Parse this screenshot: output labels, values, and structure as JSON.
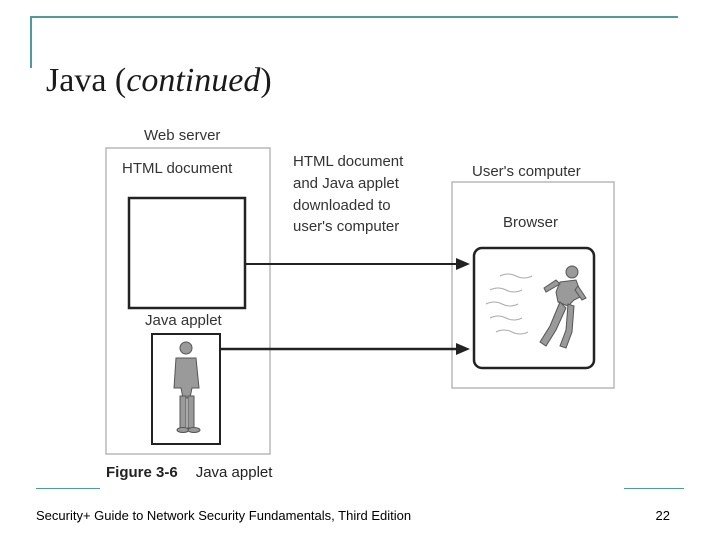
{
  "slide": {
    "title_main": "Java (",
    "title_italic": "continued",
    "title_close": ")",
    "footer": "Security+ Guide to Network Security Fundamentals, Third Edition",
    "page_number": "22"
  },
  "figure": {
    "web_server_label": "Web server",
    "html_document_label": "HTML document",
    "java_applet_label": "Java applet",
    "transfer_label_lines": [
      "HTML document",
      "and Java applet",
      "downloaded to",
      "user's computer"
    ],
    "users_computer_label": "User's computer",
    "browser_label": "Browser",
    "caption_number": "Figure 3-6",
    "caption_text": "Java applet"
  },
  "colors": {
    "accent_rule": "#4d9c9b",
    "figure_stroke": "#222222",
    "panel_border": "#b8b8b8"
  }
}
